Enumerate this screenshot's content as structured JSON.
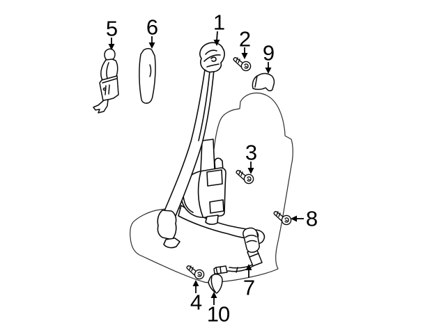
{
  "diagram": {
    "title": "Front seat belt components exploded parts diagram",
    "background_color": "#ffffff",
    "line_color": "#000000",
    "seat_line_color": "#2b2b2b",
    "callouts": [
      {
        "number": "1",
        "part": "outer-seat-belt-and-retractor-assembly",
        "arrow": "down"
      },
      {
        "number": "2",
        "part": "anchor-bolt",
        "arrow": "down"
      },
      {
        "number": "3",
        "part": "anchor-bolt",
        "arrow": "down"
      },
      {
        "number": "4",
        "part": "anchor-bolt",
        "arrow": "up"
      },
      {
        "number": "5",
        "part": "shoulder-belt-height-adjuster",
        "arrow": "down"
      },
      {
        "number": "6",
        "part": "pillar-trim-cover",
        "arrow": "down"
      },
      {
        "number": "7",
        "part": "inner-buckle-with-cable",
        "arrow": "up"
      },
      {
        "number": "8",
        "part": "anchor-bolt",
        "arrow": "left"
      },
      {
        "number": "9",
        "part": "anchor-cover-cap",
        "arrow": "down"
      },
      {
        "number": "10",
        "part": "floor-anchor-cover",
        "arrow": "up"
      }
    ]
  }
}
